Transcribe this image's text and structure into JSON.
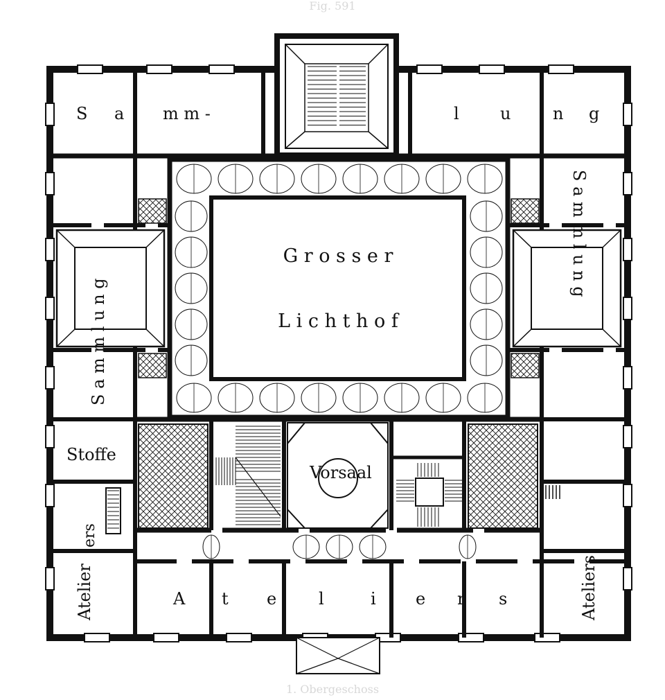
{
  "top_caption": "Fig. 591",
  "bottom_caption": "1. Obergeschoss",
  "rooms": {
    "courtyard_line1": "G r o s s e r",
    "courtyard_line2": "L i c h t h o f",
    "vorsaal": "Vorsaal",
    "stoffe": "Stoffe",
    "top_left_1": "S",
    "top_left_2": "a",
    "top_left_3": "m m -",
    "top_right_1": "l",
    "top_right_2": "u",
    "top_right_3": "n",
    "top_right_4": "g",
    "left_vertical": "S a m m l u n g",
    "right_vertical": "S a m m l u n g",
    "ateliers_left_small": "ers",
    "ateliers_left": "Atelier",
    "ateliers_right": "Ateliers",
    "bottom_ateliers": [
      "A",
      "t",
      "e",
      "l",
      "i",
      "e",
      "r",
      "s"
    ]
  },
  "colors": {
    "ink": "#111111",
    "paper": "#ffffff",
    "faint": "#d8d8d8"
  }
}
